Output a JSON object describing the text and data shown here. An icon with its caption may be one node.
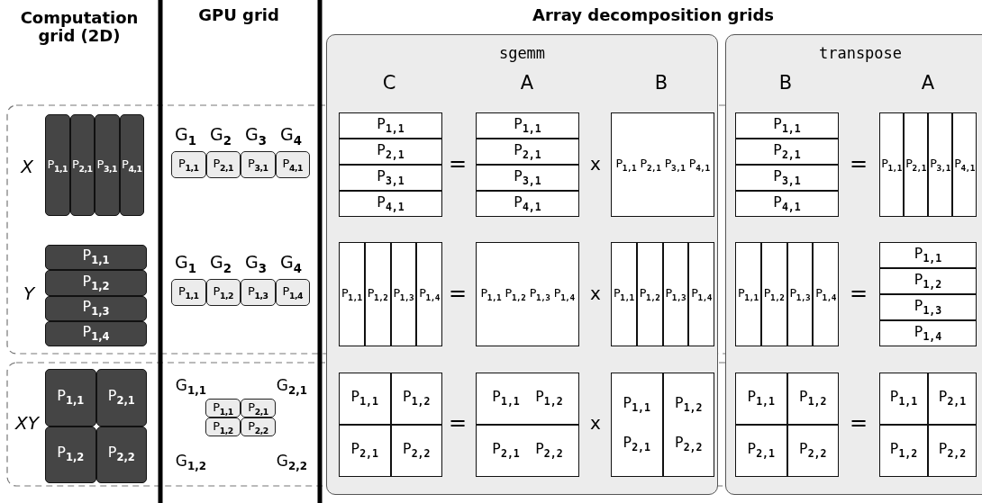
{
  "diagram": {
    "nodes": [
      {
        "text": [
          "sgemm"
        ]
      },
      {
        "text": [
          "transpose"
        ]
      },
      {
        "text": [
          "P$_{1,1}$"
        ]
      },
      {
        "text": [
          "P$_{2,1}$"
        ]
      },
      {
        "text": [
          "P$_{3,1}$"
        ]
      },
      {
        "text": [
          "P$_{4,1}$"
        ]
      },
      {
        "text": [
          "P$_{1,1}$"
        ]
      },
      {
        "text": [
          "P$_{2,1}$"
        ]
      },
      {
        "text": [
          "P$_{3,1}$"
        ]
      },
      {
        "text": [
          "P$_{4,1}$"
        ]
      },
      {
        "text": [
          "P$_{1,1}$"
        ],
        "in": 0
      },
      {
        "text": [
          "P$_{2,1}$"
        ],
        "in": 0
      },
      {
        "text": [
          "P$_{3,1}$"
        ],
        "in": 0
      },
      {
        "text": [
          "P$_{4,1}$"
        ],
        "in": 0
      },
      {
        "text": [
          "P$_{1,1}$"
        ],
        "in": 0
      },
      {
        "text": [
          "P$_{2,1}$"
        ],
        "in": 0
      },
      {
        "text": [
          "P$_{3,1}$"
        ],
        "in": 0
      },
      {
        "text": [
          "P$_{4,1}$"
        ],
        "in": 0
      },
      {
        "text": [
          "P$_{1,1}$",
          "P$_{2,1}$",
          "P$_{3,1}$",
          "P$_{4,1}$"
        ],
        "in": 0
      },
      {
        "text": [
          "P$_{1,1}$"
        ],
        "in": 1
      },
      {
        "text": [
          "P$_{2,1}$"
        ],
        "in": 1
      },
      {
        "text": [
          "P$_{3,1}$"
        ],
        "in": 1
      },
      {
        "text": [
          "P$_{4,1}$"
        ],
        "in": 1
      },
      {
        "text": [
          "P$_{1,1}$"
        ],
        "in": 1
      },
      {
        "text": [
          "P$_{2,1}$"
        ],
        "in": 1
      },
      {
        "text": [
          "P$_{3,1}$"
        ],
        "in": 1
      },
      {
        "text": [
          "P$_{4,1}$"
        ],
        "in": 1
      },
      {
        "text": [
          "P$_{1,1}$"
        ]
      },
      {
        "text": [
          "P$_{1,2}$"
        ]
      },
      {
        "text": [
          "P$_{1,3}$"
        ]
      },
      {
        "text": [
          "P$_{1,4}$"
        ]
      },
      {
        "text": [
          "P$_{1,1}$"
        ]
      },
      {
        "text": [
          "P$_{1,2}$"
        ]
      },
      {
        "text": [
          "P$_{1,3}$"
        ]
      },
      {
        "text": [
          "P$_{1,4}$"
        ]
      },
      {
        "text": [
          "P$_{1,1}$"
        ],
        "in": 0
      },
      {
        "text": [
          "P$_{1,2}$"
        ],
        "in": 0
      },
      {
        "text": [
          "P$_{1,3}$"
        ],
        "in": 0
      },
      {
        "text": [
          "P$_{1,4}$"
        ],
        "in": 0
      },
      {
        "text": [
          "P$_{1,1}$",
          "P$_{1,2}$",
          "P$_{1,3}$",
          "P$_{1,4}$"
        ],
        "in": 0
      },
      {
        "text": [
          "P$_{1,1}$"
        ],
        "in": 0
      },
      {
        "text": [
          "P$_{1,2}$"
        ],
        "in": 0
      },
      {
        "text": [
          "P$_{1,3}$"
        ],
        "in": 0
      },
      {
        "text": [
          "P$_{1,4}$"
        ],
        "in": 0
      },
      {
        "text": [
          "P$_{1,1}$"
        ],
        "in": 1
      },
      {
        "text": [
          "P$_{1,2}$"
        ],
        "in": 1
      },
      {
        "text": [
          "P$_{1,3}$"
        ],
        "in": 1
      },
      {
        "text": [
          "P$_{1,4}$"
        ],
        "in": 1
      },
      {
        "text": [
          "P$_{1,1}$"
        ],
        "in": 1
      },
      {
        "text": [
          "P$_{1,2}$"
        ],
        "in": 1
      },
      {
        "text": [
          "P$_{1,3}$"
        ],
        "in": 1
      },
      {
        "text": [
          "P$_{1,4}$"
        ],
        "in": 1
      },
      {
        "text": [
          "P$_{1,1}$"
        ]
      },
      {
        "text": [
          "P$_{2,1}$"
        ]
      },
      {
        "text": [
          "P$_{1,2}$"
        ]
      },
      {
        "text": [
          "P$_{2,2}$"
        ]
      },
      {
        "text": [
          "P$_{1,1}$"
        ]
      },
      {
        "text": [
          "P$_{2,1}$"
        ]
      },
      {
        "text": [
          "P$_{1,2}$"
        ]
      },
      {
        "text": [
          "P$_{2,2}$"
        ]
      },
      {
        "text": [
          "P$_{1,1}$"
        ],
        "in": 0
      },
      {
        "text": [
          "P$_{1,2}$"
        ],
        "in": 0
      },
      {
        "text": [
          "P$_{2,1}$"
        ],
        "in": 0
      },
      {
        "text": [
          "P$_{2,2}$"
        ],
        "in": 0
      },
      {
        "text": [
          "P$_{1,1}$",
          "P$_{1,2}$"
        ],
        "in": 0
      },
      {
        "text": [
          "P$_{2,1}$",
          "P$_{2,2}$"
        ],
        "in": 0
      },
      {
        "text": [
          "P$_{1,1}$",
          "P$_{2,1}$"
        ],
        "in": 0
      },
      {
        "text": [
          "P$_{1,2}$",
          "P$_{2,2}$"
        ],
        "in": 0
      },
      {
        "text": [
          "P$_{1,1}$"
        ],
        "in": 1
      },
      {
        "text": [
          "P$_{1,2}$"
        ],
        "in": 1
      },
      {
        "text": [
          "P$_{2,1}$"
        ],
        "in": 1
      },
      {
        "text": [
          "P$_{2,2}$"
        ],
        "in": 1
      },
      {
        "text": [
          "P$_{1,1}$"
        ],
        "in": 1
      },
      {
        "text": [
          "P$_{2,1}$"
        ],
        "in": 1
      },
      {
        "text": [
          "P$_{1,2}$"
        ],
        "in": 1
      },
      {
        "text": [
          "P$_{2,2}$"
        ],
        "in": 1
      }
    ],
    "labels": [
      "Computation grid (2D)",
      "GPU grid",
      "Array decomposition grids",
      "C",
      "A",
      "B",
      "B",
      "A",
      "X",
      "G$_{1}$",
      "G$_{2}$",
      "G$_{3}$",
      "G$_{4}$",
      "=",
      "x",
      "=",
      "Y",
      "G$_{1}$",
      "G$_{2}$",
      "G$_{3}$",
      "G$_{4}$",
      "=",
      "x",
      "=",
      "XY",
      "G$_{1,1}$",
      "G$_{2,1}$",
      "=",
      "x",
      "=",
      "G$_{1,2}$",
      "G$_{2,2}$"
    ]
  }
}
